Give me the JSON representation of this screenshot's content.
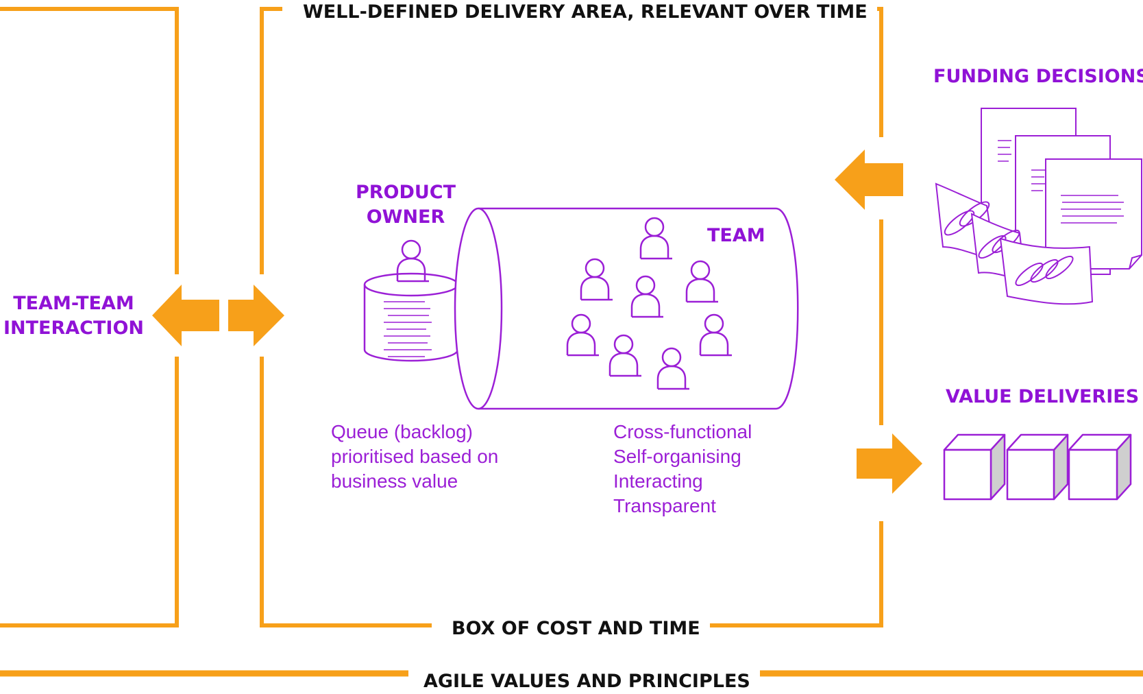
{
  "frame": {
    "top_label": "WELL-DEFINED DELIVERY AREA, RELEVANT OVER TIME",
    "bottom_label": "BOX OF COST AND TIME",
    "footer_label": "AGILE VALUES AND PRINCIPLES"
  },
  "left": {
    "interaction_label_line1": "TEAM-TEAM",
    "interaction_label_line2": "INTERACTION"
  },
  "product_owner": {
    "label_line1": "PRODUCT",
    "label_line2": "OWNER",
    "description": [
      "Queue (backlog)",
      "prioritised based on",
      "business value"
    ]
  },
  "team": {
    "label": "TEAM",
    "traits": [
      "Cross-functional",
      "Self-organising",
      "Interacting",
      "Transparent"
    ]
  },
  "right": {
    "funding_label": "FUNDING DECISIONS",
    "value_label": "VALUE DELIVERIES"
  },
  "colors": {
    "orange": "#f7a01a",
    "purple": "#9012d6",
    "black": "#111111"
  }
}
